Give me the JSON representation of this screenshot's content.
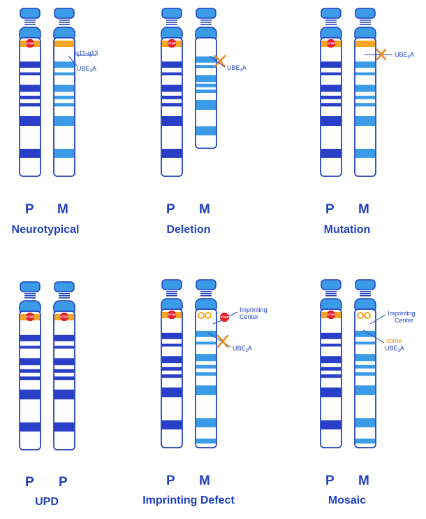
{
  "colors": {
    "outline": "#1f3fbf",
    "dark_band": "#2a3fc7",
    "light_band": "#3b9be6",
    "cap": "#3b9be6",
    "orange": "#f5a623",
    "cross": "#f08a1c",
    "stop_red": "#e0202b",
    "text": "#1f3fbf"
  },
  "icons": [
    "stop-sign-icon",
    "cross-x-icon",
    "imprinting-circle-icon"
  ],
  "panels": [
    {
      "title": "Neurotypical",
      "left_label": "P",
      "right_label": "M",
      "annotations": [
        {
          "text": "q11-q13"
        },
        {
          "text": "UBE",
          "sub": "3",
          "tail": "A"
        }
      ]
    },
    {
      "title": "Deletion",
      "left_label": "P",
      "right_label": "M",
      "annotations": [
        {
          "text": "UBE",
          "sub": "3",
          "tail": "A"
        }
      ]
    },
    {
      "title": "Mutation",
      "left_label": "P",
      "right_label": "M",
      "annotations": [
        {
          "text": "UBE",
          "sub": "3",
          "tail": "A"
        }
      ]
    },
    {
      "title": "UPD",
      "left_label": "P",
      "right_label": "P",
      "annotations": []
    },
    {
      "title": "Imprinting Defect",
      "left_label": "P",
      "right_label": "M",
      "annotations": [
        {
          "text": "Imprinting"
        },
        {
          "text": "Center"
        },
        {
          "text": "UBE",
          "sub": "3",
          "tail": "A"
        }
      ]
    },
    {
      "title": "Mosaic",
      "left_label": "P",
      "right_label": "M",
      "annotations": [
        {
          "text": "Imprinting"
        },
        {
          "text": "Center"
        },
        {
          "text": "some"
        },
        {
          "text": "UBE",
          "sub": "3",
          "tail": "A"
        }
      ]
    }
  ],
  "stop_text": "STOP"
}
